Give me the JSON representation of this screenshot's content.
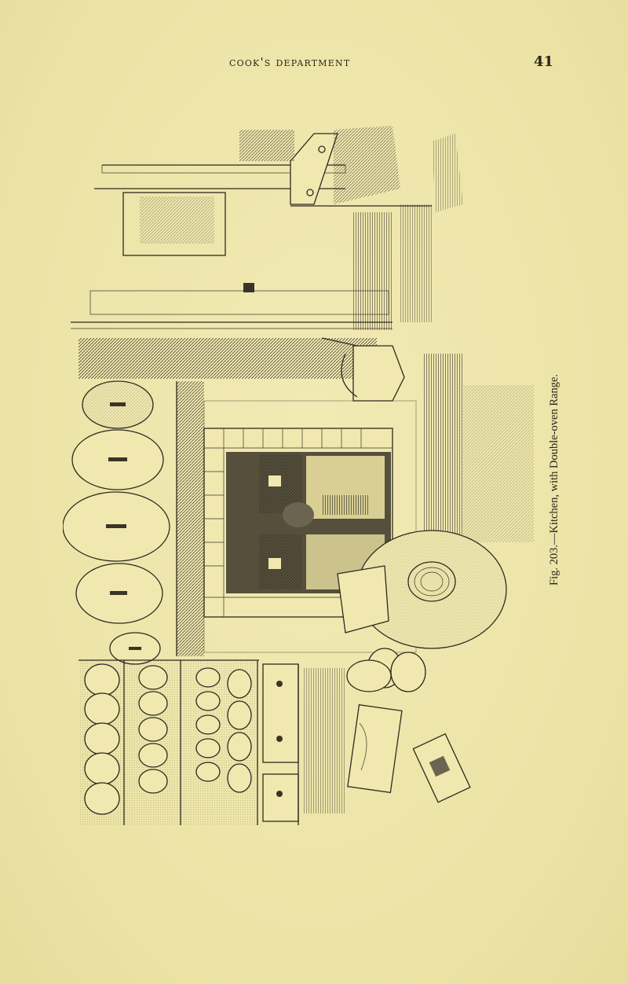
{
  "page": {
    "running_head": "COOK'S DEPARTMENT",
    "page_number": "41",
    "background_color": "#efe7ac",
    "ink_color": "#2b2519"
  },
  "figure": {
    "caption": "Fig. 203.—Kitchen, with Double-oven Range.",
    "orientation": "rotated 90° counter-clockwise",
    "depicts": [
      "double-oven kitchen range set in tiled hearth",
      "row of pot lids hung on wall",
      "plate rack with plates and dish covers",
      "dresser with drawers",
      "framed picture on wall",
      "open cupboard door with shelves",
      "copper kettle and saucepans",
      "oval tray with plates and cutlery",
      "chopping board and tin box on floor"
    ]
  }
}
